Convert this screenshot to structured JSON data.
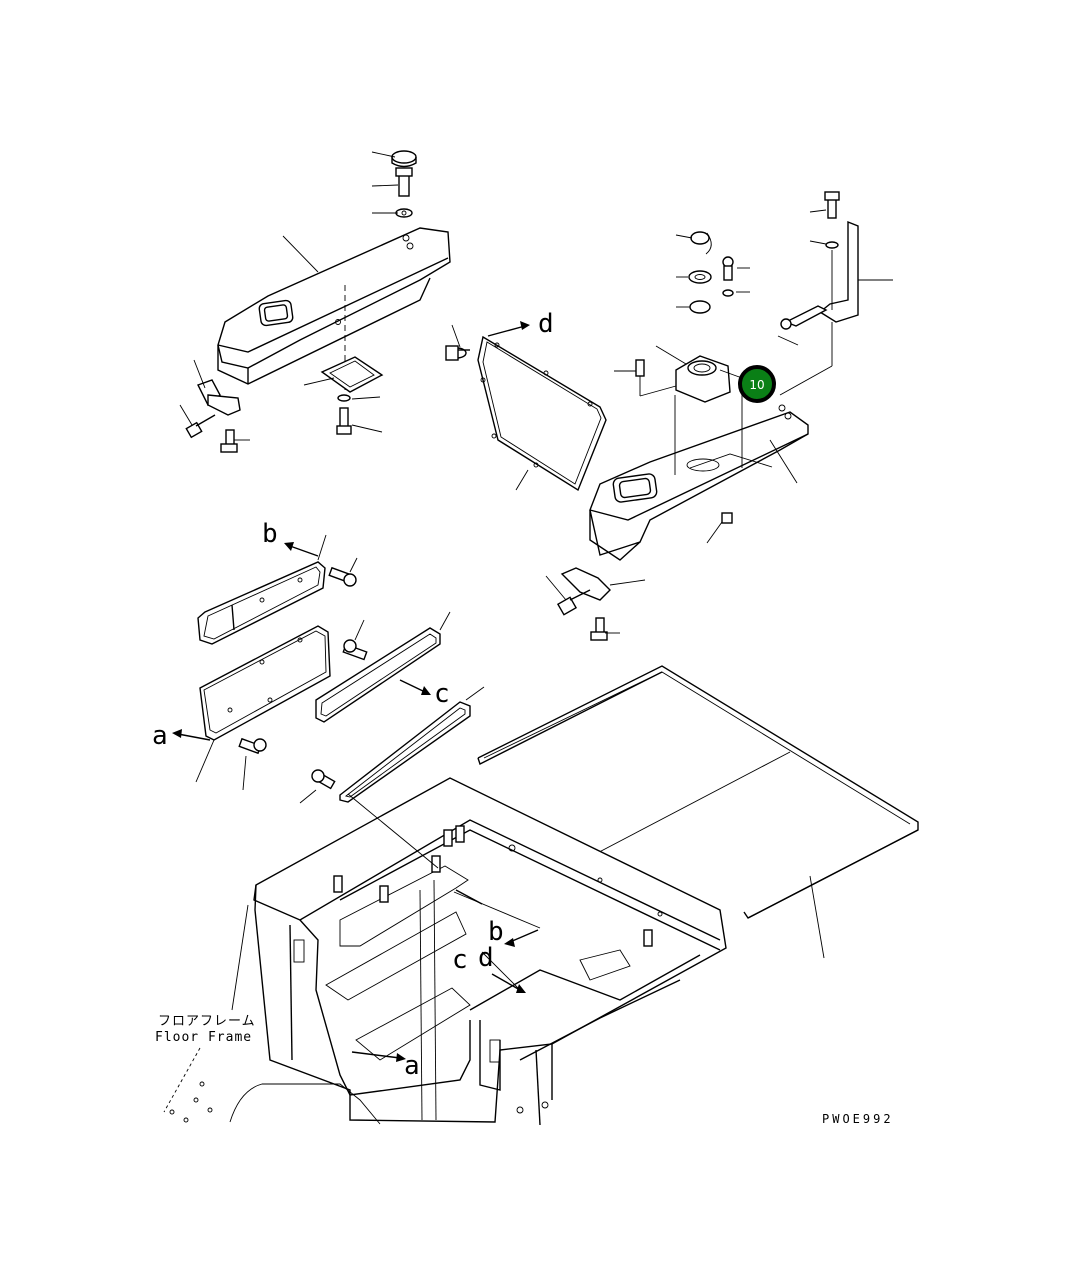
{
  "diagram": {
    "callout": {
      "number": "10",
      "color": "#0a7f16"
    },
    "labels": {
      "a_top": "a",
      "b_top": "b",
      "c_top": "c",
      "d_top": "d",
      "a_bottom": "a",
      "b_bottom": "b",
      "c_bottom": "c",
      "d_bottom": "d"
    },
    "floor_frame": {
      "jp": "フロアフレーム",
      "en": "Floor Frame"
    },
    "reference_code": "PWOE992",
    "line_color": "#000000",
    "background": "#ffffff"
  }
}
